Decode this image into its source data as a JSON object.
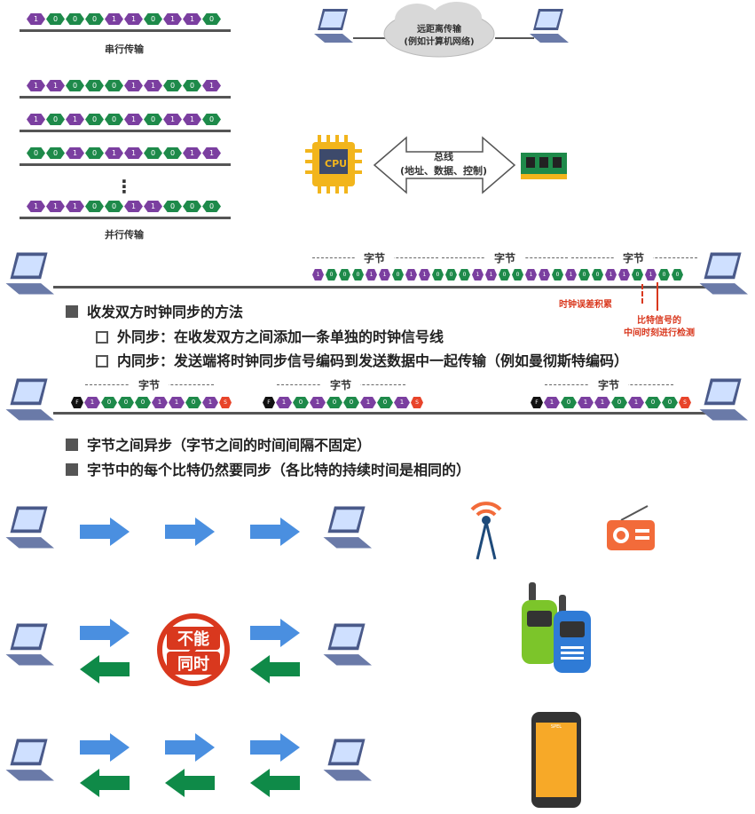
{
  "serial": {
    "label": "串行传输",
    "bits": [
      "1",
      "0",
      "0",
      "0",
      "1",
      "1",
      "0",
      "1",
      "1",
      "0"
    ]
  },
  "parallel": {
    "label": "并行传输",
    "rows": [
      [
        "1",
        "1",
        "0",
        "0",
        "0",
        "1",
        "1",
        "0",
        "0",
        "1"
      ],
      [
        "1",
        "0",
        "1",
        "0",
        "0",
        "1",
        "0",
        "1",
        "1",
        "0"
      ],
      [
        "0",
        "0",
        "1",
        "0",
        "1",
        "1",
        "0",
        "0",
        "1",
        "1"
      ],
      [
        "1",
        "1",
        "1",
        "0",
        "0",
        "1",
        "1",
        "0",
        "0",
        "0"
      ]
    ],
    "ellipsis": "⋮"
  },
  "long_distance": {
    "cloud_line1": "远距离传输",
    "cloud_line2": "(例如计算机网络)"
  },
  "bus": {
    "cpu_label": "CPU",
    "line1": "总线",
    "line2": "(地址、数据、控制)"
  },
  "sync_strip": {
    "byte_label": "字节",
    "bits": [
      "1",
      "0",
      "0",
      "0",
      "1",
      "1",
      "0",
      "1",
      "1",
      "0",
      "0",
      "0",
      "1",
      "1",
      "0",
      "0",
      "1",
      "1",
      "0",
      "1",
      "0",
      "0",
      "1",
      "1",
      "0",
      "1",
      "0",
      "0"
    ],
    "note_clock": "时钟误差积累",
    "note_mid_line1": "比特信号的",
    "note_mid_line2": "中间时刻进行检测"
  },
  "section_clock": {
    "title": "收发双方时钟同步的方法",
    "item1": "外同步：在收发双方之间添加一条单独的时钟信号线",
    "item2": "内同步：发送端将时钟同步信号编码到发送数据中一起传输（例如曼彻斯特编码）"
  },
  "async_strip": {
    "byte_label": "字节",
    "start": "F",
    "stop": "S",
    "frames": [
      [
        "1",
        "0",
        "0",
        "0",
        "1",
        "1",
        "0",
        "1"
      ],
      [
        "1",
        "0",
        "1",
        "0",
        "0",
        "1",
        "0",
        "1"
      ],
      [
        "1",
        "0",
        "1",
        "1",
        "0",
        "1",
        "0",
        "0"
      ]
    ]
  },
  "section_async": {
    "item1": "字节之间异步（字节之间的时间间隔不固定）",
    "item2": "字节中的每个比特仍然要同步（各比特的持续时间是相同的）"
  },
  "duplex": {
    "stamp_line1": "不能",
    "stamp_line2": "同时",
    "phone_title": "SPEL"
  },
  "colors": {
    "bit_purple": "#7b3fa0",
    "bit_green": "#1e8a4a",
    "arrow_blue": "#4a8fe0",
    "arrow_green": "#0f8a48",
    "accent_red": "#d9381e"
  }
}
